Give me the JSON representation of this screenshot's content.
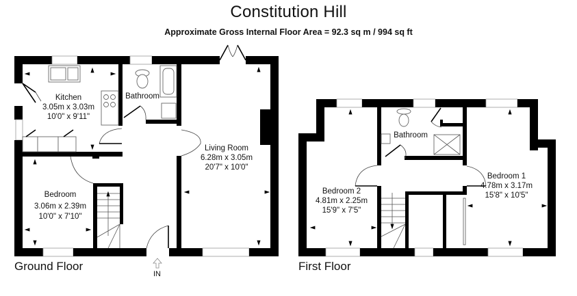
{
  "header": {
    "title": "Constitution Hill",
    "subtitle": "Approximate Gross Internal Floor Area  = 92.3 sq m  / 994 sq ft"
  },
  "ground_floor": {
    "label": "Ground Floor",
    "entrance_label": "IN",
    "rooms": {
      "kitchen": {
        "name": "Kitchen",
        "metric": "3.05m x 3.03m",
        "imperial": "10'0\" x 9'11\""
      },
      "bathroom": {
        "name": "Bathroom"
      },
      "living_room": {
        "name": "Living Room",
        "metric": "6.28m x 3.05m",
        "imperial": "20'7\" x 10'0\""
      },
      "bedroom": {
        "name": "Bedroom",
        "metric": "3.06m x 2.39m",
        "imperial": "10'0\" x 7'10\""
      }
    }
  },
  "first_floor": {
    "label": "First Floor",
    "rooms": {
      "bathroom": {
        "name": "Bathroom"
      },
      "bedroom_1": {
        "name": "Bedroom 1",
        "metric": "4.78m x 3.17m",
        "imperial": "15'8\" x 10'5\""
      },
      "bedroom_2": {
        "name": "Bedroom 2",
        "metric": "4.81m x 2.25m",
        "imperial": "15'9\" x 7'5\""
      }
    }
  },
  "colors": {
    "wall": "#000000",
    "background": "#ffffff",
    "window": "#999999"
  }
}
